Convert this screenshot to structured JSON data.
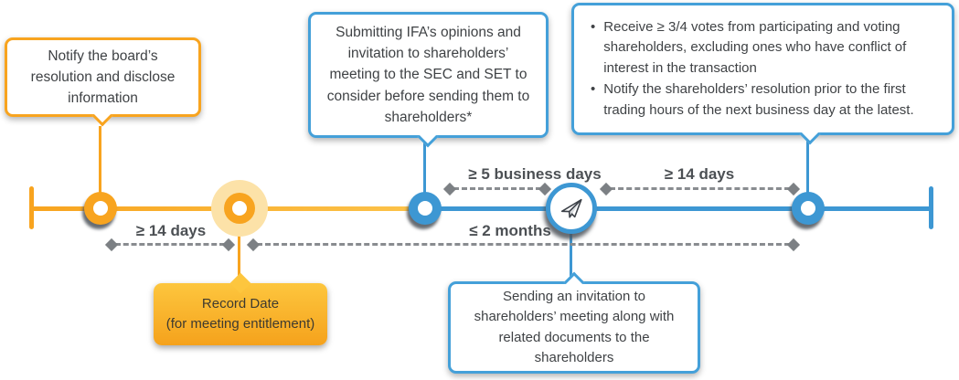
{
  "colors": {
    "orange": "#F8A41F",
    "gold": "#FCC34A",
    "cream": "#FCE2A8",
    "blue": "#3D97D3",
    "blue-border": "#44A0D9",
    "dash": "#898C90",
    "diamond": "#7C8084",
    "label": "#4C5054",
    "text": "#3F4245"
  },
  "callouts": {
    "board_resolution": {
      "text": "Notify the board’s resolution and disclose information"
    },
    "submit_ifa": {
      "text": "Submitting IFA’s opinions and invitation to shareholders’ meeting to the SEC and SET to consider before sending them to shareholders*"
    },
    "votes": {
      "bullet_char": "•",
      "bullets": [
        "Receive ≥ 3/4 votes from participating and voting shareholders, excluding ones who have conflict of interest in the transaction",
        "Notify the shareholders’ resolution prior to the first trading hours of the next business day at the latest."
      ]
    },
    "record_date": {
      "line1": "Record Date",
      "line2": "(for meeting entitlement)"
    },
    "sending_invitation": {
      "text": "Sending an invitation to shareholders’ meeting along with related documents to the shareholders"
    }
  },
  "durations": {
    "d14_lower_left": "≥ 14 days",
    "d5_business_upper": "≥ 5 business days",
    "d14_upper_right": "≥ 14 days",
    "d2_months_lower": "≤ 2 months"
  },
  "icons": {
    "paper_plane": "paper-plane-icon"
  }
}
